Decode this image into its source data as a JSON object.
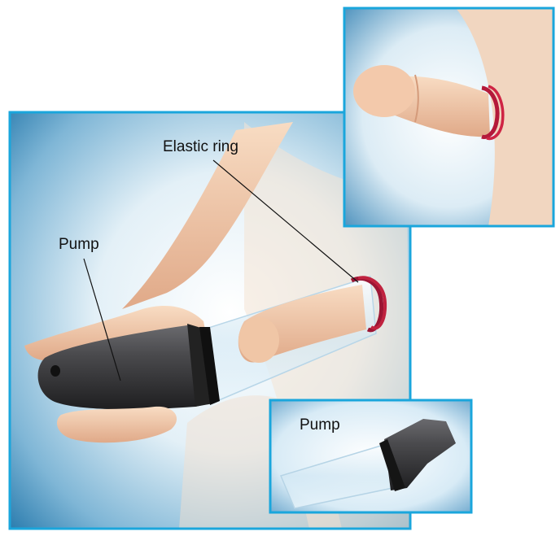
{
  "labels": {
    "elastic_ring": "Elastic ring",
    "pump_main": "Pump",
    "pump_inset": "Pump"
  },
  "colors": {
    "frame_border": "#1aa6dc",
    "panel_blue_dark": "#2f7fb0",
    "panel_glow": "#ffffff",
    "skin": "#f2c9a6",
    "skin_shadow": "#d9a27e",
    "ring": "#b4193a",
    "pump_body": "#3a3a3c",
    "tube": "#d9ecf6"
  }
}
